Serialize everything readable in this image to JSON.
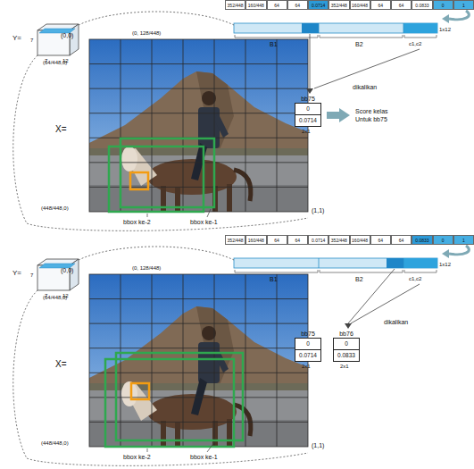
{
  "diagram": {
    "nodes": [
      {
        "text": [
          "bb75",
          "0",
          "0.0714"
        ]
      },
      {
        "text": [
          "bb75",
          "0",
          "0.0714"
        ]
      },
      {
        "text": [
          "bb76",
          "0",
          "0.0833"
        ]
      }
    ],
    "labels": [
      "352/448",
      "160/448",
      "64",
      "64",
      "0.0714",
      "352/448",
      "160/448",
      "64",
      "64",
      "0.0833",
      "0",
      "1",
      "1x12",
      "B1",
      "B2",
      "c1,c2",
      "dikalikan",
      "Y=",
      "7",
      "7",
      "12",
      "X=",
      "(0,0)",
      "(0, 128/448)",
      "(64/448,0)",
      "(448/448,0)",
      "(1,1)",
      "bbox ke-2",
      "bbox ke-1",
      "2x1",
      "Score kelas Untuk bb75",
      "352/448",
      "160/448",
      "64",
      "64",
      "0.0714",
      "352/448",
      "160/448",
      "64",
      "64",
      "0.0833",
      "0",
      "1",
      "1x12",
      "B1",
      "B2",
      "c1,c2",
      "dikalikan",
      "Y=",
      "7",
      "7",
      "12",
      "X=",
      "(0,0)",
      "(0, 128/448)",
      "(64/448,0)",
      "(448/448,0)",
      "(1,1)",
      "bbox ke-2",
      "bbox ke-1",
      "2x1",
      "2x1"
    ]
  }
}
